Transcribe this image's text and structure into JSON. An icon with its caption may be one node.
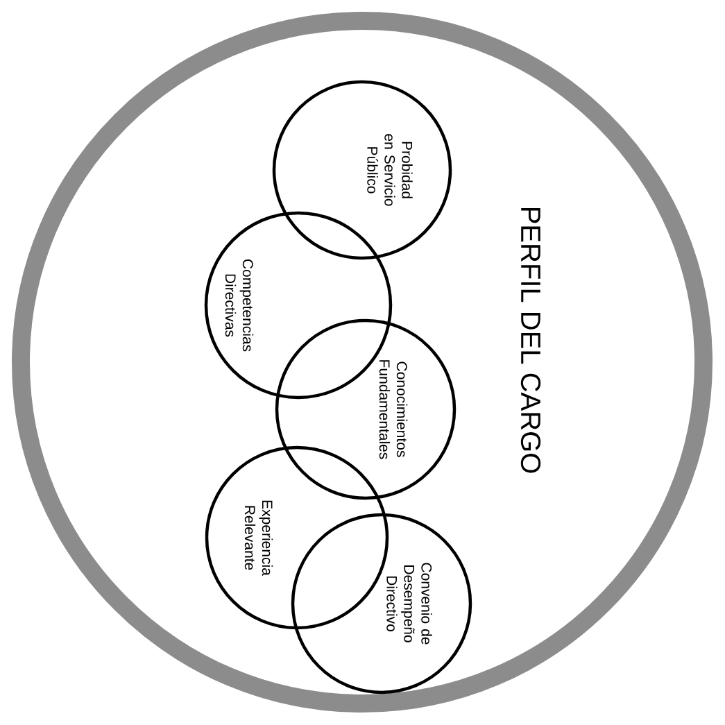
{
  "diagram": {
    "title": "PERFIL DEL CARGO",
    "nodes": [
      {
        "text": [
          "Probidad en Servicio Público"
        ]
      },
      {
        "text": [
          "Competencias Directivas"
        ]
      },
      {
        "text": [
          "Conocimientos Fundamentales"
        ]
      },
      {
        "text": [
          "Experiencia Relevante"
        ]
      },
      {
        "text": [
          "Convenio de Desempeño Directivo"
        ]
      }
    ]
  }
}
